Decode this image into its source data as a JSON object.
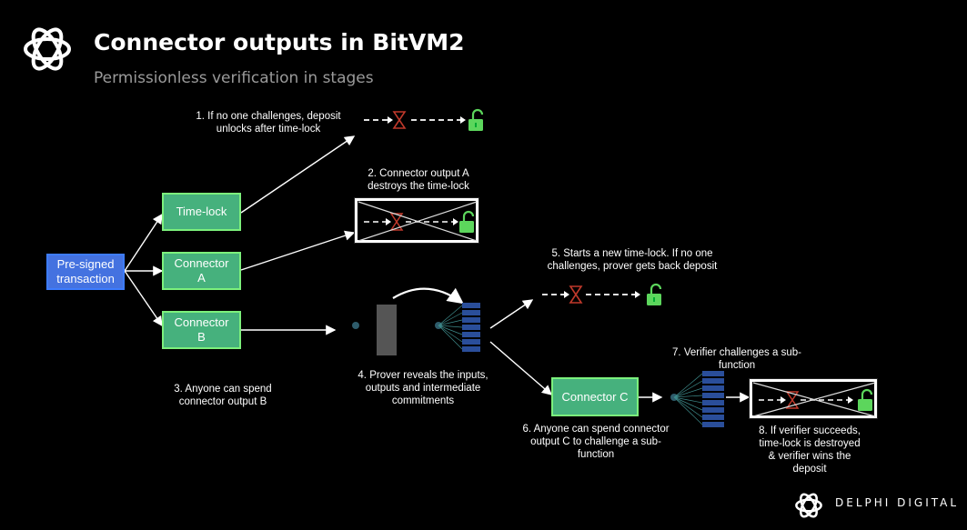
{
  "header": {
    "title": "Connector outputs in BitVM2",
    "subtitle": "Permissionless verification in stages"
  },
  "nodes": {
    "presigned": "Pre-signed\ntransaction",
    "timelock": "Time-lock",
    "connector_a": "Connector\nA",
    "connector_b": "Connector\nB",
    "connector_c": "Connector C"
  },
  "captions": {
    "step1": "1.   If no one challenges, deposit\nunlocks after time-lock",
    "step2": "2. Connector output A\ndestroys the time-lock",
    "step3": "3. Anyone can spend\nconnector output B",
    "step4": "4. Prover reveals the inputs,\noutputs and intermediate\ncommitments",
    "step5": "5. Starts a new time-lock. If no one\nchallenges, prover gets back deposit",
    "step6": "6. Anyone can spend connector\noutput C to challenge a sub-\nfunction",
    "step7": "7. Verifier challenges a sub-\nfunction",
    "step8": "8. If verifier succeeds,\ntime-lock is destroyed\n& verifier wins the\ndeposit"
  },
  "brand": {
    "name": "DELPHI DIGITAL"
  },
  "colors": {
    "node_green": "#46b17d",
    "node_green_border": "#7cf07c",
    "node_blue": "#4472e0",
    "hourglass": "#c0392b",
    "lock": "#5cd65c",
    "background": "#000000"
  },
  "icons": [
    "hourglass-icon",
    "unlocked-padlock-icon",
    "delphi-logo-icon",
    "merkle-tree-icon"
  ]
}
